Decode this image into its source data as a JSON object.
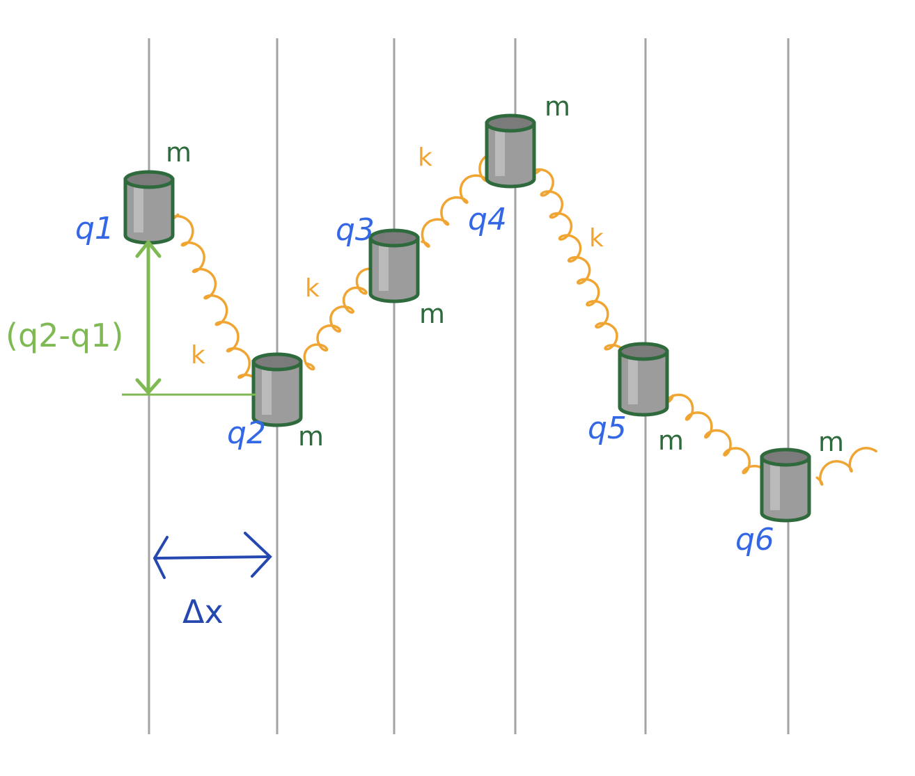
{
  "diagram": {
    "rails": 6,
    "colors": {
      "rail": "#a3a3a3",
      "mass_outline": "#2f6a3d",
      "mass_fill": "#9c9c9c",
      "spring": "#f0a533",
      "q_label": "#3467e6",
      "m_label": "#2f6a3d",
      "difference": "#7fb954",
      "spacing": "#2548b0"
    },
    "masses": [
      {
        "q_label": "q1",
        "m_label": "m"
      },
      {
        "q_label": "q2",
        "m_label": "m"
      },
      {
        "q_label": "q3",
        "m_label": "m"
      },
      {
        "q_label": "q4",
        "m_label": "m"
      },
      {
        "q_label": "q5",
        "m_label": "m"
      },
      {
        "q_label": "q6",
        "m_label": "m"
      }
    ],
    "springs": [
      {
        "label": "k"
      },
      {
        "label": "k"
      },
      {
        "label": "k"
      },
      {
        "label": "k"
      },
      {
        "label": ""
      },
      {
        "label": ""
      }
    ],
    "difference_label": "(q2-q1)",
    "spacing_label": "Δx"
  }
}
